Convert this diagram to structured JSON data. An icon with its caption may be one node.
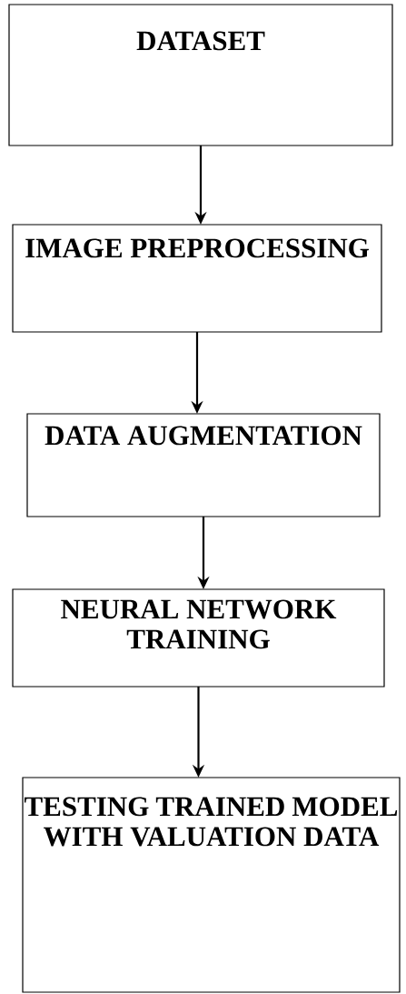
{
  "diagram": {
    "nodes": [
      {
        "text": [
          "DATASET"
        ]
      },
      {
        "text": [
          "IMAGE PREPROCESSING"
        ]
      },
      {
        "text": [
          "DATA AUGMENTATION"
        ]
      },
      {
        "text": [
          "NEURAL NETWORK TRAINING"
        ]
      },
      {
        "text": [
          "TESTING TRAINED MODEL WITH VALUATION DATA"
        ]
      }
    ],
    "edges": [
      {
        "from": 0,
        "to": 1,
        "arrow": "to"
      },
      {
        "from": 1,
        "to": 2,
        "arrow": "to"
      },
      {
        "from": 2,
        "to": 3,
        "arrow": "to"
      },
      {
        "from": 3,
        "to": 4,
        "arrow": "to"
      }
    ]
  }
}
